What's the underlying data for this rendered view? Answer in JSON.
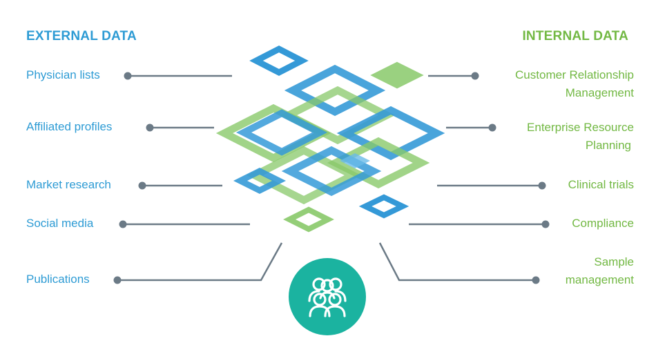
{
  "colors": {
    "external": "#2d9bd4",
    "internal": "#72b843",
    "connector": "#6b7a86",
    "blue_shape": "#1f8fd3",
    "green_shape": "#7cc35a",
    "badge": "#1bb3a0"
  },
  "external": {
    "heading": "EXTERNAL DATA",
    "items": [
      {
        "label": "Physician lists"
      },
      {
        "label": "Affiliated profiles"
      },
      {
        "label": "Market research"
      },
      {
        "label": "Social media"
      },
      {
        "label": "Publications"
      }
    ]
  },
  "internal": {
    "heading": "INTERNAL DATA",
    "items": [
      {
        "line1": "Customer Relationship",
        "line2": "Management"
      },
      {
        "line1": "Enterprise Resource",
        "line2": "Planning"
      },
      {
        "line1": "Clinical trials",
        "line2": ""
      },
      {
        "line1": "Compliance",
        "line2": ""
      },
      {
        "line1": "Sample",
        "line2": "management"
      }
    ]
  },
  "center": {
    "icon": "team-people-icon"
  }
}
